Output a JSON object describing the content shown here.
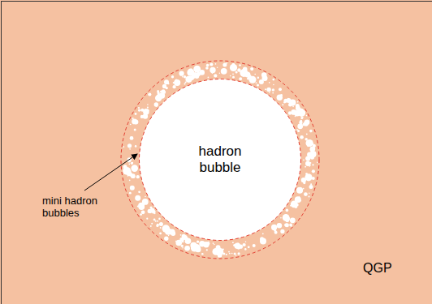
{
  "diagram": {
    "nodes": [
      {
        "text": [
          "hadron bubble"
        ]
      }
    ],
    "labels": [
      "mini hadron bubbles",
      "QGP"
    ]
  }
}
